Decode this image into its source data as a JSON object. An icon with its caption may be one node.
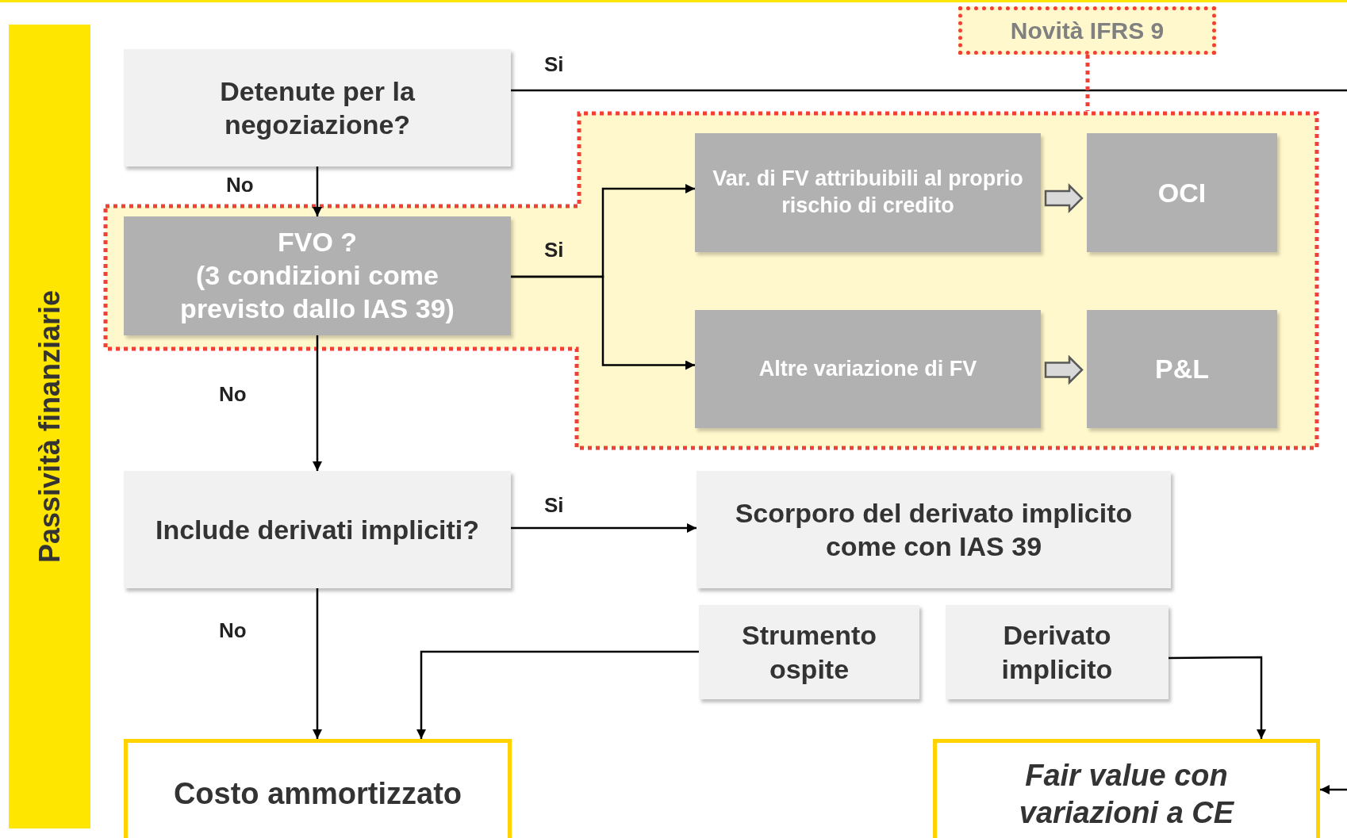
{
  "diagram": {
    "nodes": [
      {
        "text": [
          "Passività finanziarie"
        ]
      },
      {
        "text": [
          "Novità IFRS 9"
        ]
      },
      {
        "text": [
          "Detenute per la negoziazione?"
        ]
      },
      {
        "text": [],
        "shape": "box"
      },
      {
        "text": [
          "FVO ?",
          "(3 condizioni come previsto dallo IAS 39)"
        ],
        "in": 3
      },
      {
        "text": [
          "Var. di FV attribuibili al proprio rischio di credito"
        ],
        "in": 3
      },
      {
        "text": [
          "OCI"
        ],
        "in": 3
      },
      {
        "text": [
          "Altre variazione di FV"
        ],
        "in": 3
      },
      {
        "text": [
          "P&L"
        ],
        "in": 3
      },
      {
        "text": [
          "Include derivati impliciti?"
        ]
      },
      {
        "text": [
          "Scorporo del derivato implicito come con IAS 39"
        ]
      },
      {
        "text": [
          "Strumento ospite"
        ]
      },
      {
        "text": [
          "Derivato implicito"
        ]
      },
      {
        "text": [
          "Costo ammortizzato"
        ]
      },
      {
        "text": [
          "Fair value con variazioni a CE"
        ]
      }
    ],
    "edges": [
      {
        "from": 2,
        "to": null,
        "arrow": "none",
        "label": "Si"
      },
      {
        "from": 2,
        "to": 4,
        "arrow": "to",
        "label": "No"
      },
      {
        "from": 4,
        "to": 5,
        "arrow": "to",
        "label": "Si"
      },
      {
        "from": 4,
        "to": 7,
        "arrow": "to"
      },
      {
        "from": 5,
        "to": 6,
        "arrow": "to",
        "style": "thick"
      },
      {
        "from": 7,
        "to": 8,
        "arrow": "to",
        "style": "thick"
      },
      {
        "from": 4,
        "to": 9,
        "arrow": "to",
        "label": "No"
      },
      {
        "from": 9,
        "to": 10,
        "arrow": "to",
        "label": "Si"
      },
      {
        "from": 9,
        "to": 13,
        "arrow": "to",
        "label": "No"
      },
      {
        "from": 11,
        "to": 13,
        "arrow": "to"
      },
      {
        "from": 12,
        "to": 14,
        "arrow": "to"
      },
      {
        "from": null,
        "to": 14,
        "arrow": "to"
      },
      {
        "from": 1,
        "to": 3,
        "arrow": "none",
        "style": "dashed",
        "color": "#ef4136"
      }
    ]
  }
}
